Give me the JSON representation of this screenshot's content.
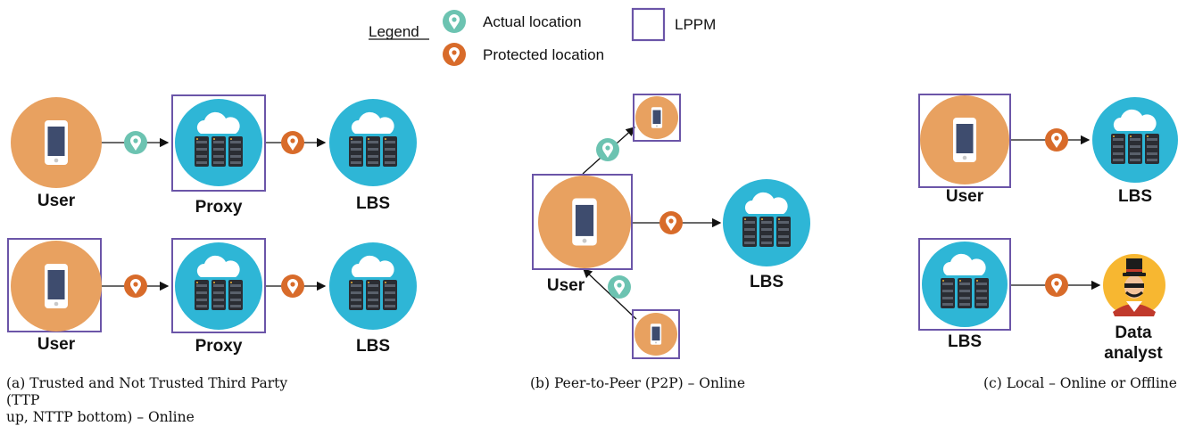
{
  "legend": {
    "title": "Legend",
    "actual": "Actual location",
    "protected": "Protected location",
    "lppm": "LPPM"
  },
  "labels": {
    "a_top_user": "User",
    "a_top_proxy": "Proxy",
    "a_top_lbs": "LBS",
    "a_bot_user": "User",
    "a_bot_proxy": "Proxy",
    "a_bot_lbs": "LBS",
    "b_user": "User",
    "b_lbs": "LBS",
    "c_top_user": "User",
    "c_top_lbs": "LBS",
    "c_bot_lbs": "LBS",
    "c_bot_analyst_1": "Data",
    "c_bot_analyst_2": "analyst"
  },
  "captions": {
    "a_line1": "(a) Trusted and Not Trusted Third Party (TTP",
    "a_line2": "up, NTTP bottom) – Online",
    "b": "(b) Peer-to-Peer (P2P) – Online",
    "c": "(c) Local – Online or Offline"
  },
  "colors": {
    "user": "#E8A160",
    "server": "#2EB6D6",
    "actual_pin": "#6CC3B1",
    "protected_pin": "#D86B2A",
    "lppm_box": "#6B55A8"
  }
}
